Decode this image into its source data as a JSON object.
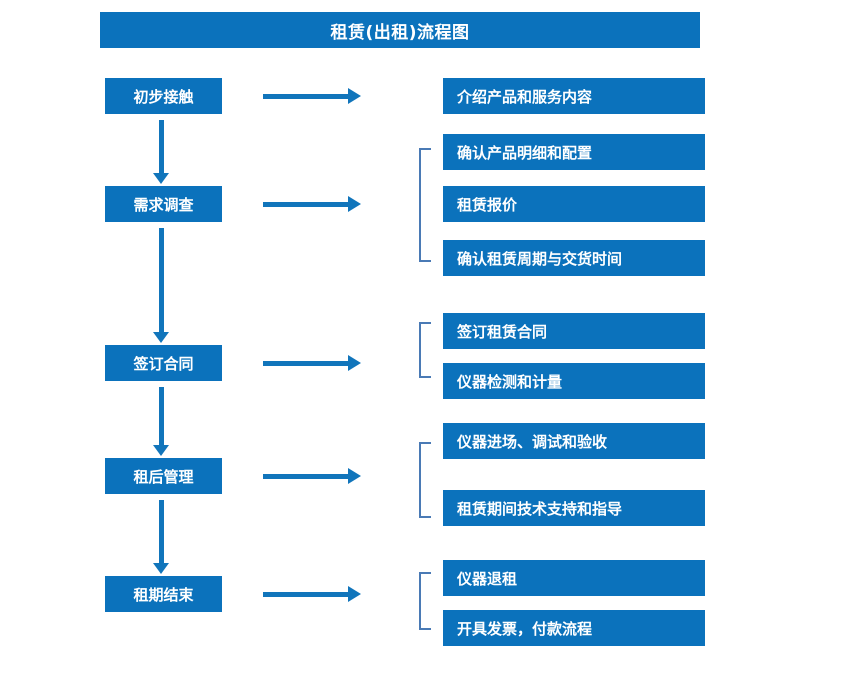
{
  "title": "租赁(出租)流程图",
  "colors": {
    "box_fill": "#0b72bc",
    "box_text": "#ffffff",
    "arrow": "#1175bb",
    "bracket": "#4a7ab5",
    "background": "#ffffff"
  },
  "stages": [
    {
      "label": "初步接触"
    },
    {
      "label": "需求调查"
    },
    {
      "label": "签订合同"
    },
    {
      "label": "租后管理"
    },
    {
      "label": "租期结束"
    }
  ],
  "groups": [
    {
      "bracket": false,
      "items": [
        {
          "label": "介绍产品和服务内容"
        }
      ]
    },
    {
      "bracket": true,
      "items": [
        {
          "label": "确认产品明细和配置"
        },
        {
          "label": "租赁报价"
        },
        {
          "label": "确认租赁周期与交货时间"
        }
      ]
    },
    {
      "bracket": true,
      "items": [
        {
          "label": "签订租赁合同"
        },
        {
          "label": "仪器检测和计量"
        }
      ]
    },
    {
      "bracket": true,
      "items": [
        {
          "label": "仪器进场、调试和验收"
        },
        {
          "label": "租赁期间技术支持和指导"
        }
      ]
    },
    {
      "bracket": true,
      "items": [
        {
          "label": "仪器退租"
        },
        {
          "label": "开具发票，付款流程"
        }
      ]
    }
  ]
}
